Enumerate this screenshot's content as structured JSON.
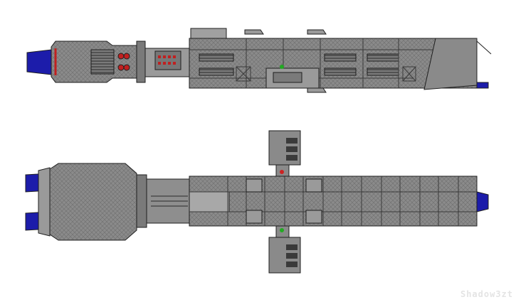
{
  "artwork": {
    "views": [
      "side-view",
      "top-view"
    ],
    "colors": {
      "hull": "#8c8c8c",
      "hull_dark": "#6e6e6e",
      "hull_light": "#a8a8a8",
      "outline": "#1f1f1f",
      "engine_glow": "#1c1caa",
      "port_light": "#cc2222",
      "starboard_light": "#22aa22",
      "window_red": "#c02020",
      "background": "#ffffff"
    },
    "signature": "Shadow3zt"
  }
}
